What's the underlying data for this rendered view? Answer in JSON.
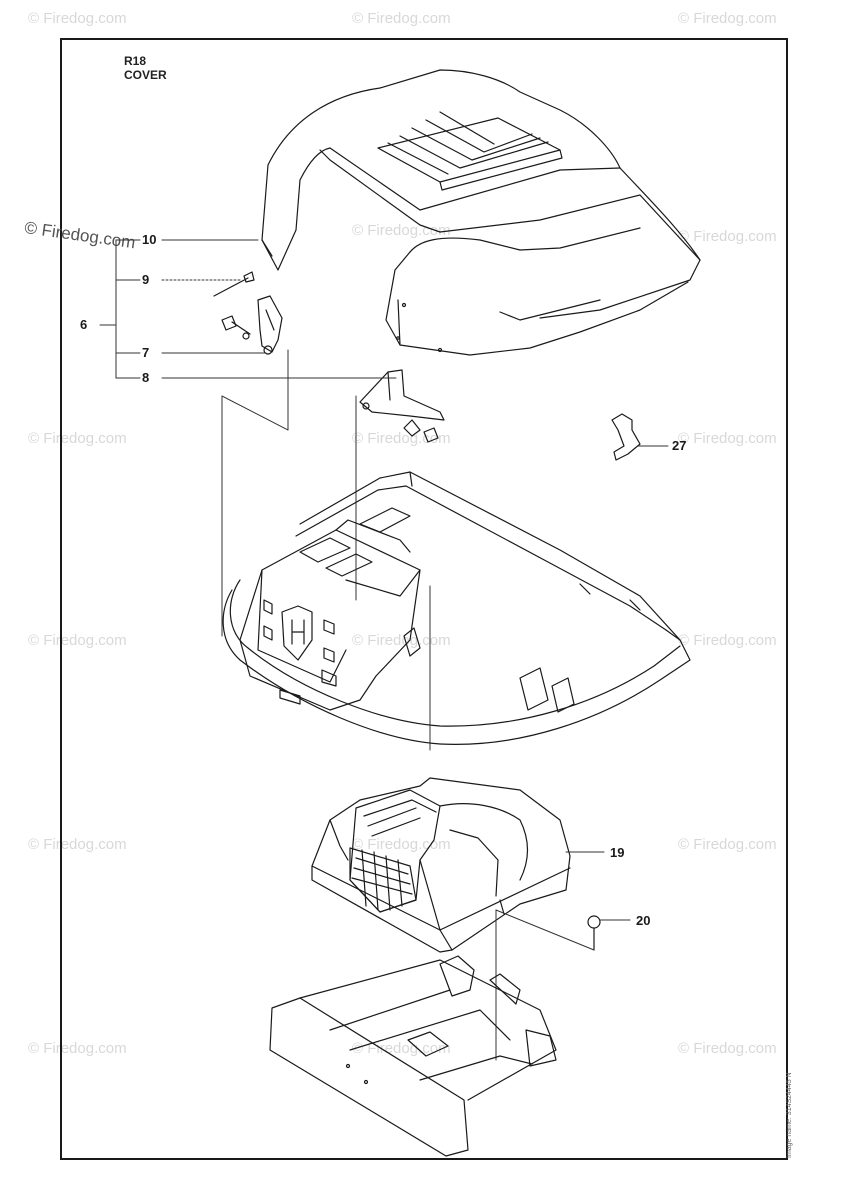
{
  "diagram": {
    "section_code": "R18",
    "section_name": "COVER",
    "callouts": [
      {
        "id": "c10",
        "label": "10"
      },
      {
        "id": "c9",
        "label": "9"
      },
      {
        "id": "c6",
        "label": "6"
      },
      {
        "id": "c7",
        "label": "7"
      },
      {
        "id": "c8",
        "label": "8"
      },
      {
        "id": "c27",
        "label": "27"
      },
      {
        "id": "c19",
        "label": "19"
      },
      {
        "id": "c20",
        "label": "20"
      }
    ],
    "image_code": "Image name: 314S24445 N"
  },
  "watermark": {
    "text": "© Firedog.com"
  },
  "colors": {
    "line": "#1a1a1a",
    "leader": "#333333",
    "watermark": "#d8d8d8"
  }
}
